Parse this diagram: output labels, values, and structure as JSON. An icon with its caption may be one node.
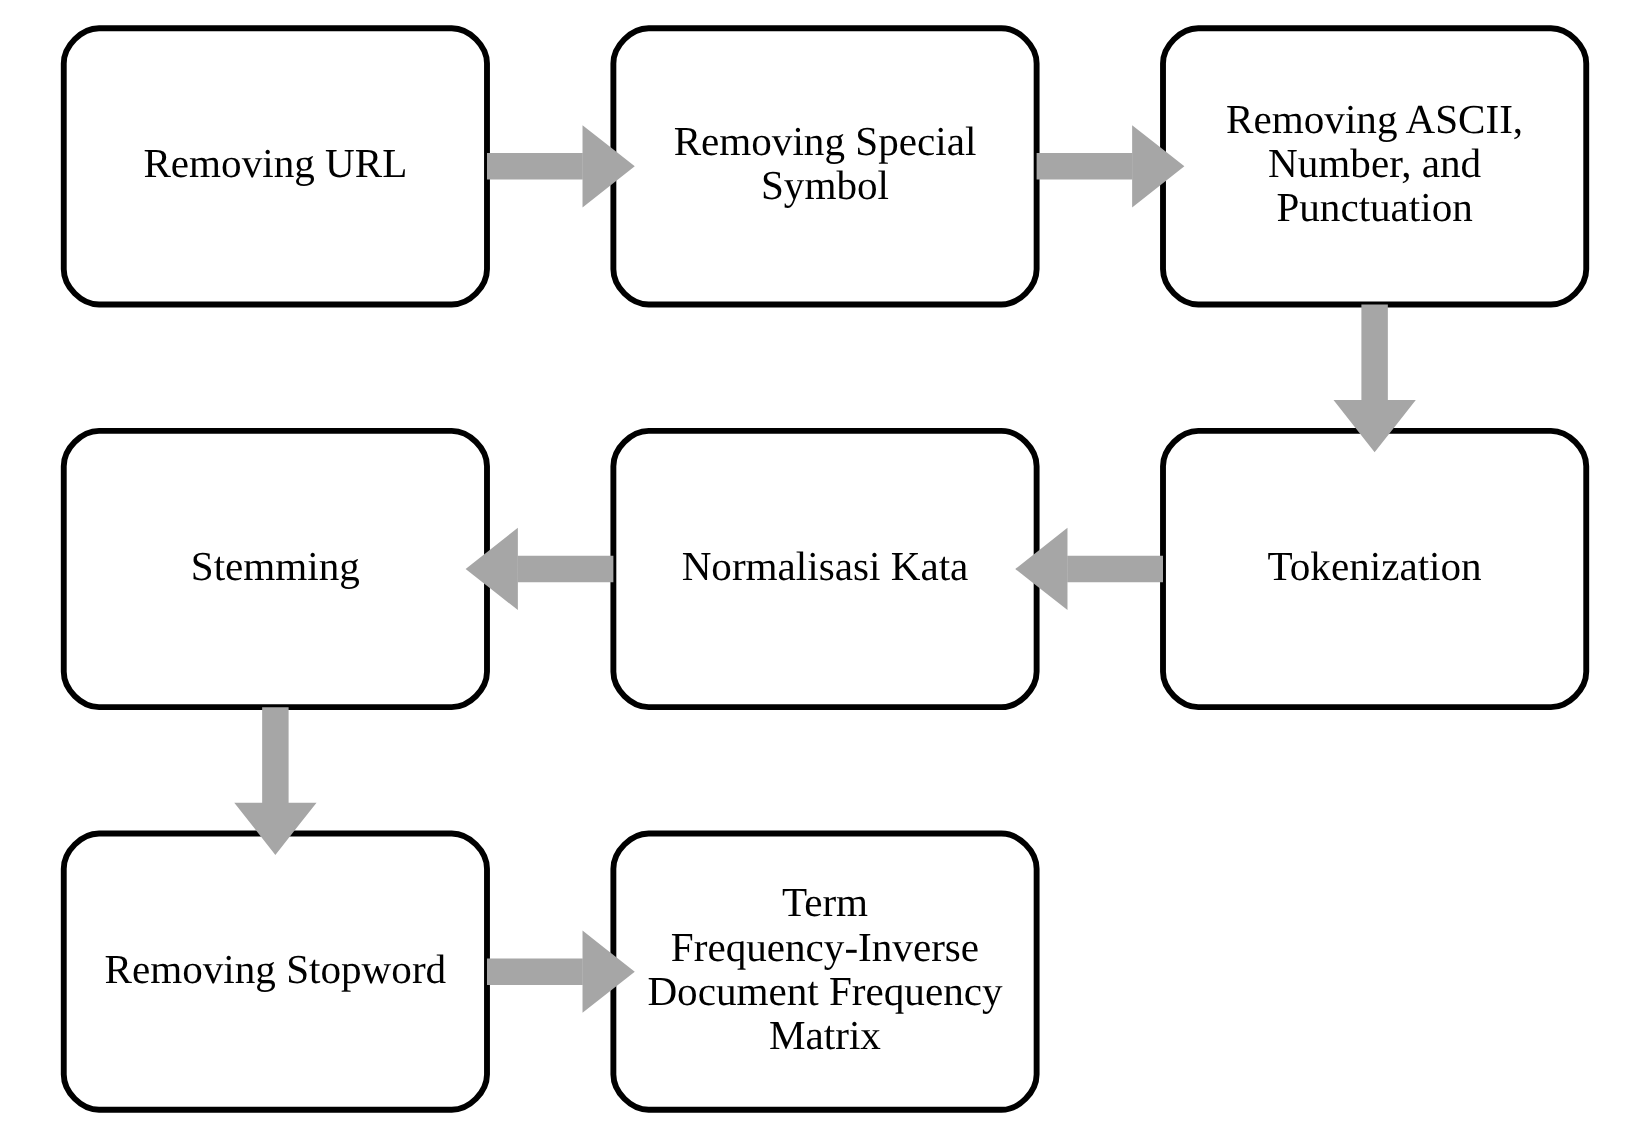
{
  "diagram": {
    "nodes": [
      {
        "text": [
          "Removing URL"
        ]
      },
      {
        "text": [
          "Removing Special Symbol"
        ]
      },
      {
        "text": [
          "Removing ASCII, Number, and Punctuation"
        ]
      },
      {
        "text": [
          "Tokenization"
        ]
      },
      {
        "text": [
          "Normalisasi Kata"
        ]
      },
      {
        "text": [
          "Stemming"
        ]
      },
      {
        "text": [
          "Removing Stopword"
        ]
      },
      {
        "text": [
          "Term Frequency-Inverse Document Frequency Matrix"
        ]
      }
    ],
    "edges": [
      {
        "from": 0,
        "to": 1,
        "arrow": "to"
      },
      {
        "from": 1,
        "to": 2,
        "arrow": "to"
      },
      {
        "from": 2,
        "to": 3,
        "arrow": "to"
      },
      {
        "from": 3,
        "to": 4,
        "arrow": "to"
      },
      {
        "from": 4,
        "to": 5,
        "arrow": "to"
      },
      {
        "from": 5,
        "to": 6,
        "arrow": "to"
      },
      {
        "from": 6,
        "to": 7,
        "arrow": "to"
      }
    ]
  }
}
